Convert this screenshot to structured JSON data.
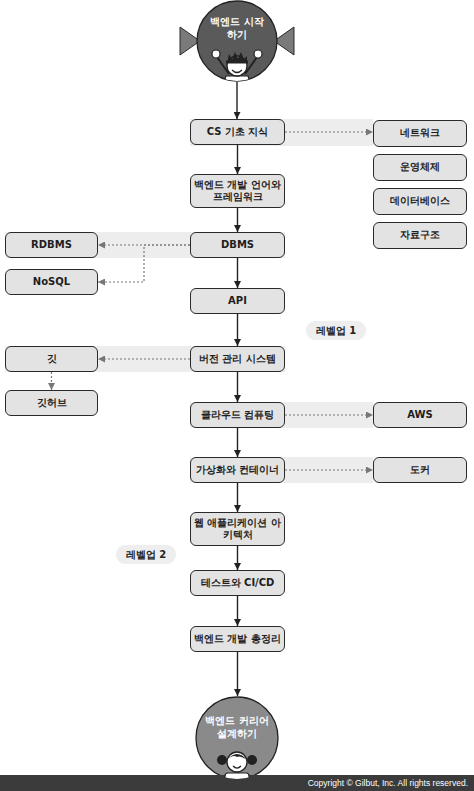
{
  "diagram": {
    "nodes": [
      {
        "text": [
          "백엔드 시작하기"
        ]
      },
      {
        "text": [
          "CS 기초 지식"
        ]
      },
      {
        "text": [
          "네트워크"
        ]
      },
      {
        "text": [
          "운영체제"
        ]
      },
      {
        "text": [
          "데이터베이스"
        ]
      },
      {
        "text": [
          "자료구조"
        ]
      },
      {
        "text": [
          "백엔드 개발 언어와 프레임워크"
        ]
      },
      {
        "text": [
          "DBMS"
        ]
      },
      {
        "text": [
          "RDBMS"
        ]
      },
      {
        "text": [
          "NoSQL"
        ]
      },
      {
        "text": [
          "API"
        ]
      },
      {
        "text": [
          "버전 관리 시스템"
        ]
      },
      {
        "text": [
          "깃"
        ]
      },
      {
        "text": [
          "깃허브"
        ]
      },
      {
        "text": [
          "클라우드 컴퓨팅"
        ]
      },
      {
        "text": [
          "AWS"
        ]
      },
      {
        "text": [
          "가상화와 컨테이너"
        ]
      },
      {
        "text": [
          "도커"
        ]
      },
      {
        "text": [
          "웹 애플리케이션 아키텍처"
        ]
      },
      {
        "text": [
          "테스트와 CI/CD"
        ]
      },
      {
        "text": [
          "백엔드 개발 총정리"
        ]
      },
      {
        "text": [
          "백엔드 커리어 설계하기"
        ]
      }
    ],
    "edges": [
      {
        "from": 0,
        "to": 1,
        "arrow": "to"
      },
      {
        "from": 1,
        "to": 2,
        "arrow": "to"
      },
      {
        "from": 1,
        "to": 6,
        "arrow": "to"
      },
      {
        "from": 6,
        "to": 7,
        "arrow": "to"
      },
      {
        "from": 7,
        "to": 8,
        "arrow": "to"
      },
      {
        "from": 7,
        "to": 9,
        "arrow": "to"
      },
      {
        "from": 7,
        "to": 10,
        "arrow": "to"
      },
      {
        "from": 10,
        "to": 11,
        "arrow": "to"
      },
      {
        "from": 11,
        "to": 12,
        "arrow": "to"
      },
      {
        "from": 12,
        "to": 13,
        "arrow": "to"
      },
      {
        "from": 11,
        "to": 14,
        "arrow": "to"
      },
      {
        "from": 14,
        "to": 15,
        "arrow": "to"
      },
      {
        "from": 14,
        "to": 16,
        "arrow": "to"
      },
      {
        "from": 16,
        "to": 17,
        "arrow": "to"
      },
      {
        "from": 16,
        "to": 18,
        "arrow": "to"
      },
      {
        "from": 18,
        "to": 19,
        "arrow": "to"
      },
      {
        "from": 19,
        "to": 20,
        "arrow": "to"
      },
      {
        "from": 20,
        "to": 21,
        "arrow": "to"
      }
    ],
    "labels": [
      "레벨업 1",
      "레벨업 2",
      "Copyright © Gilbut, Inc. All rights reserved."
    ]
  }
}
